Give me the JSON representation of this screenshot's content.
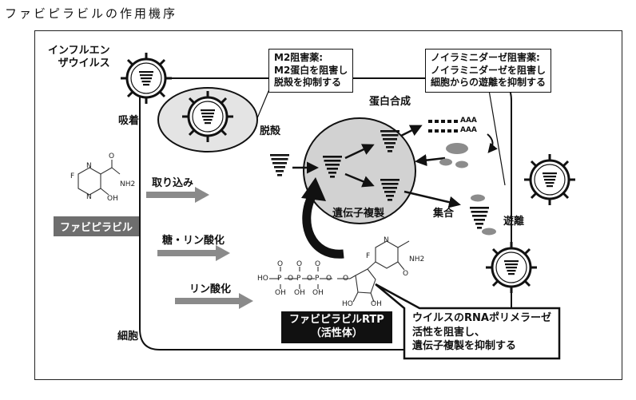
{
  "title": "ファビピラビルの作用機序",
  "labels": {
    "influenza_virus": [
      "インフルエン",
      "ザウイルス"
    ],
    "adsorption": "吸着",
    "uncoating": "脱殻",
    "protein_synthesis": "蛋白合成",
    "genome_replication": "遺伝子複製",
    "assembly": "集合",
    "release": "遊離",
    "cell": "細胞",
    "uptake": "取り込み",
    "sugar_phosphorylation": "糖・リン酸化",
    "phosphorylation": "リン酸化"
  },
  "callouts": {
    "m2_inhibitor": [
      "M2阻害薬:",
      "M2蛋白を阻害し",
      "脱殻を抑制する"
    ],
    "na_inhibitor": [
      "ノイラミニダーゼ阻害薬:",
      "ノイラミニダーゼを阻害し",
      "細胞からの遊離を抑制する"
    ],
    "polymerase": [
      "ウイルスのRNAポリメラーゼ",
      "活性を阻害し、",
      "遺伝子複製を抑制する"
    ]
  },
  "drug_tags": {
    "favipiravir": "ファビピラビル",
    "rtp": [
      "ファビピラビルRTP",
      "（活性体）"
    ]
  },
  "chem_labels": {
    "f": "F",
    "n": "N",
    "nh2": "NH2",
    "oh": "OH",
    "o": "O",
    "p": "P",
    "ho": "HO"
  },
  "rna_tail": "AAA",
  "colors": {
    "line": "#111111",
    "arrow_gray": "#8a8a8a",
    "nucleus_fill": "#d2d2d2",
    "endosome_fill": "#e4e4e4",
    "protein_fill": "#8c8c8c",
    "tag_gray": "#6e6e6e",
    "tag_dark": "#111111"
  }
}
